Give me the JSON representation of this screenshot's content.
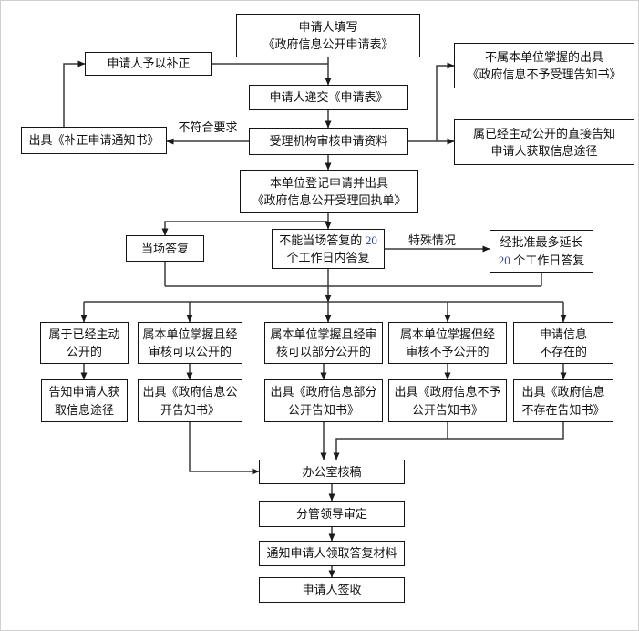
{
  "nodes": {
    "fill_form": {
      "label": "申请人填写\n《政府信息公开申请表》"
    },
    "supplement": {
      "label": "申请人予以补正"
    },
    "not_held_notice": {
      "label": "不属本单位掌握的出具\n《政府信息不予受理告知书》"
    },
    "submit_form": {
      "label": "申请人递交《申请表》"
    },
    "correction_notice": {
      "label": "出具《补正申请通知书》"
    },
    "review_materials": {
      "label": "受理机构审核申请资料"
    },
    "already_public_inform": {
      "label": "属已经主动公开的直接告知\n申请人获取信息途径"
    },
    "register_receipt": {
      "label": "本单位登记申请并出具\n《政府信息公开受理回执单》"
    },
    "reply_on_spot": {
      "label": "当场答复"
    },
    "reply_20days": {
      "pre": "不能当场答复的 ",
      "num": "20",
      "post": "\n个工作日内答复"
    },
    "extend_20days": {
      "pre": "经批准最多延长\n",
      "num": "20",
      "post": " 个工作日答复"
    },
    "case_already_public": {
      "label": "属于已经主动\n公开的"
    },
    "case_can_public": {
      "label": "属本单位掌握且经\n审核可以公开的"
    },
    "case_partial_public": {
      "label": "属本单位掌握且经审\n核可以部分公开的"
    },
    "case_not_public": {
      "label": "属本单位掌握但经\n审核不予公开的"
    },
    "case_not_exist": {
      "label": "申请信息\n不存在的"
    },
    "inform_channel": {
      "label": "告知申请人获\n取信息途径"
    },
    "notice_public": {
      "label": "出具《政府信息公\n开告知书》"
    },
    "notice_partial": {
      "label": "出具《政府信息部分\n公开告知书》"
    },
    "notice_refuse": {
      "label": "出具《政府信息不予\n公开告知书》"
    },
    "notice_not_exist": {
      "label": "出具《政府信息\n不存在告知书》"
    },
    "office_review": {
      "label": "办公室核稿"
    },
    "leader_approve": {
      "label": "分管领导审定"
    },
    "notify_collect": {
      "label": "通知申请人领取答复材料"
    },
    "sign_receipt": {
      "label": "申请人签收"
    }
  },
  "edge_labels": {
    "not_meet_requirements": "不符合要求",
    "special_case": "特殊情况"
  },
  "colors": {
    "number_highlight": "#2F4D9E",
    "connector": "#3a3a3a",
    "box_border": "#141414",
    "background": "#ffffff"
  }
}
